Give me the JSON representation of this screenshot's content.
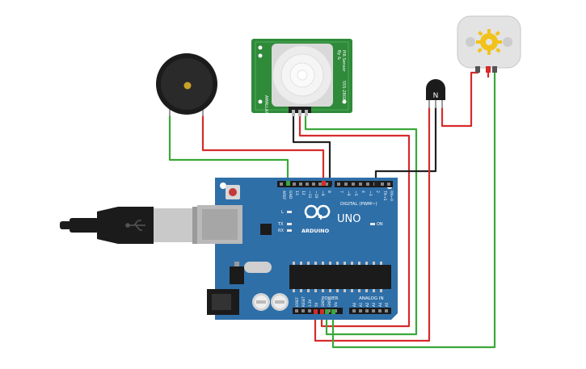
{
  "pir_sensor": {
    "label_left": "AMALLAX",
    "label_right": "555-28027",
    "label_top": "PIR Sensor",
    "label_top2": "By &"
  },
  "transistor": {
    "label": "N"
  },
  "arduino": {
    "brand": "ARDUINO",
    "model": "UNO",
    "digital_label": "DIGITAL (PWM~)",
    "power_label": "POWER",
    "analog_label": "ANALOG IN",
    "on_label": "ON",
    "led_l": "L",
    "led_tx": "TX",
    "led_rx": "RX",
    "top_pins": [
      "AREF",
      "GND",
      "13",
      "12",
      "~11",
      "~10",
      "~9",
      "8",
      "7",
      "~6",
      "~5",
      "4",
      "~3",
      "2",
      "TX→1",
      "RX←0"
    ],
    "power_pins": [
      "IOREF",
      "RESET",
      "3.3V",
      "5V",
      "GND",
      "GND",
      "Vin"
    ],
    "analog_pins": [
      "A0",
      "A1",
      "A2",
      "A3",
      "A4",
      "A5"
    ]
  },
  "colors": {
    "board": "#2f6fa8",
    "board_dark": "#245c8f",
    "wire_red": "#d62b2b",
    "wire_green": "#3aa83a",
    "wire_black": "#222222",
    "pir_pcb": "#2f8a3a",
    "motor_body": "#e3e3e3",
    "gear": "#f2c21b"
  }
}
